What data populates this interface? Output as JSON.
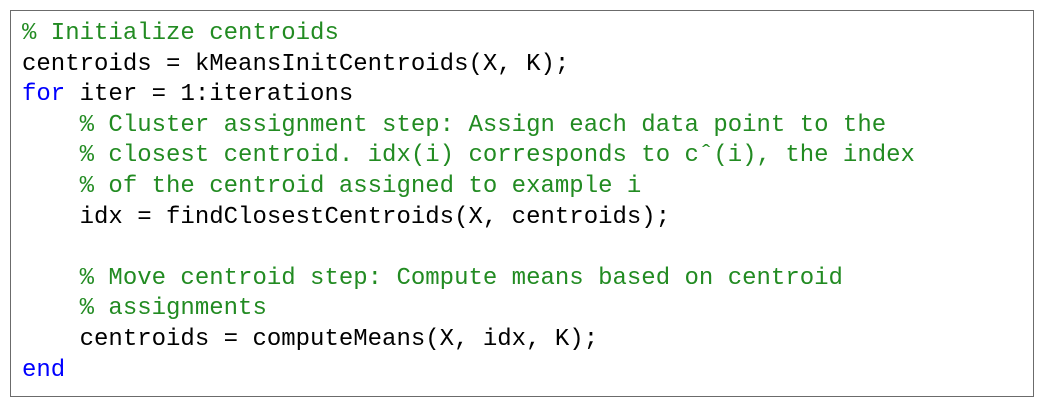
{
  "code": {
    "colors": {
      "comment": "#228b22",
      "keyword": "#0000ff",
      "code": "#000000",
      "border": "#6b6b6b"
    },
    "lines": [
      [
        {
          "t": "comment",
          "text": "% Initialize centroids"
        }
      ],
      [
        {
          "t": "code",
          "text": "centroids = kMeansInitCentroids(X, K);"
        }
      ],
      [
        {
          "t": "keyword",
          "text": "for"
        },
        {
          "t": "code",
          "text": " iter = 1:iterations"
        }
      ],
      [
        {
          "t": "code",
          "text": "    "
        },
        {
          "t": "comment",
          "text": "% Cluster assignment step: Assign each data point to the"
        }
      ],
      [
        {
          "t": "code",
          "text": "    "
        },
        {
          "t": "comment",
          "text": "% closest centroid. idx(i) corresponds to cˆ(i), the index"
        }
      ],
      [
        {
          "t": "code",
          "text": "    "
        },
        {
          "t": "comment",
          "text": "% of the centroid assigned to example i"
        }
      ],
      [
        {
          "t": "code",
          "text": "    idx = findClosestCentroids(X, centroids);"
        }
      ],
      [
        {
          "t": "code",
          "text": ""
        }
      ],
      [
        {
          "t": "code",
          "text": "    "
        },
        {
          "t": "comment",
          "text": "% Move centroid step: Compute means based on centroid"
        }
      ],
      [
        {
          "t": "code",
          "text": "    "
        },
        {
          "t": "comment",
          "text": "% assignments"
        }
      ],
      [
        {
          "t": "code",
          "text": "    centroids = computeMeans(X, idx, K);"
        }
      ],
      [
        {
          "t": "keyword",
          "text": "end"
        }
      ]
    ]
  }
}
